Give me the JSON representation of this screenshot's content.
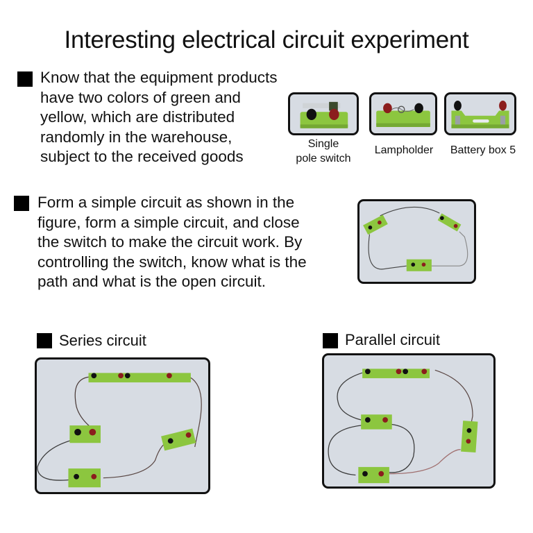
{
  "title": "Interesting electrical circuit experiment",
  "section1": {
    "text": "Know that the equipment products\nhave two colors of green and\nyellow, which are distributed\nrandomly in the warehouse,\nsubject to the received goods",
    "products": [
      {
        "name": "single-pole-switch",
        "caption": "Single\npole switch"
      },
      {
        "name": "lampholder",
        "caption": "Lampholder"
      },
      {
        "name": "battery-box",
        "caption": "Battery box 5"
      }
    ]
  },
  "section2": {
    "text": "Form a simple circuit as shown in the\nfigure, form a simple circuit, and close\nthe switch to make the circuit work. By\ncontrolling the switch, know what is the\npath and what is the open circuit."
  },
  "series": {
    "heading": "Series circuit"
  },
  "parallel": {
    "heading": "Parallel circuit"
  },
  "colors": {
    "board_green": "#8cc63f",
    "terminal_red": "#8b1d1d",
    "terminal_black": "#111111",
    "photo_bg": "#d7dce3"
  }
}
